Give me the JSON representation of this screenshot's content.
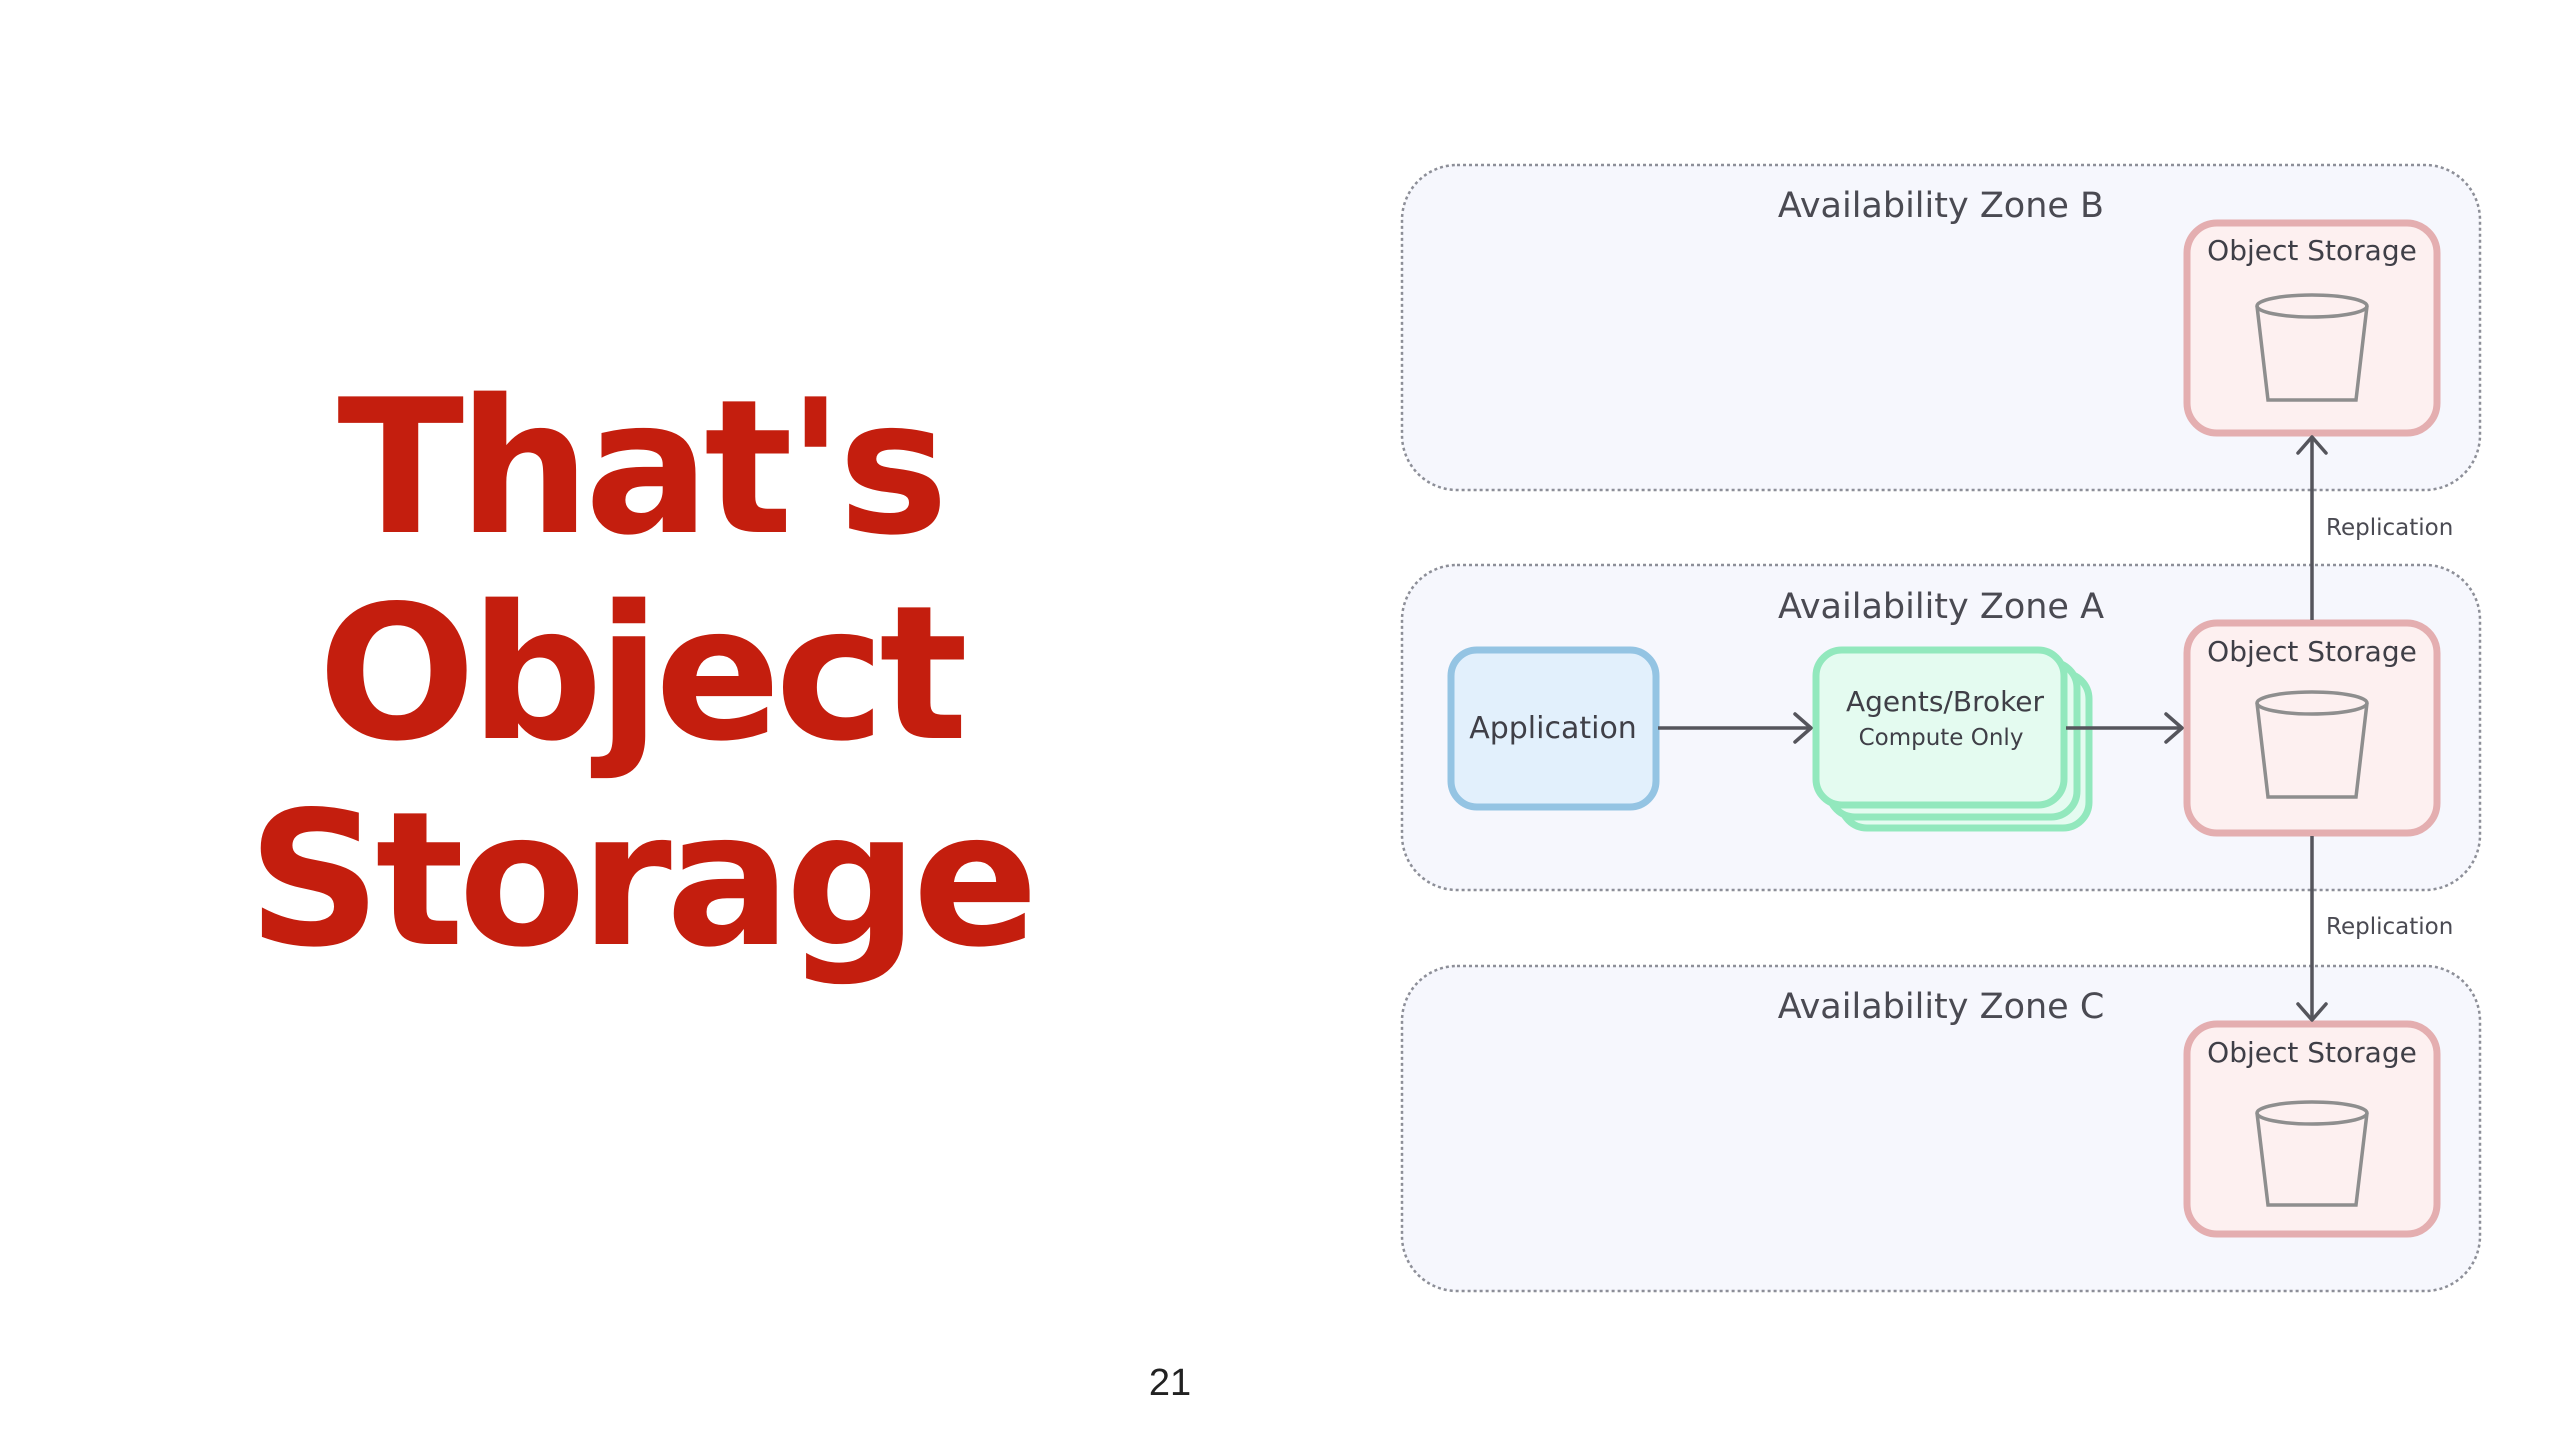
{
  "slide": {
    "title_lines": [
      "That's",
      "Object",
      "Storage"
    ],
    "page_number": "21"
  },
  "diagram": {
    "zones": {
      "zone_b": {
        "label": "Availability Zone B",
        "storage_label": "Object Storage"
      },
      "zone_a": {
        "label": "Availability Zone A",
        "storage_label": "Object Storage"
      },
      "zone_c": {
        "label": "Availability Zone C",
        "storage_label": "Object Storage"
      }
    },
    "application_label": "Application",
    "agents": {
      "label": "Agents/Broker",
      "sublabel": "Compute Only"
    },
    "replication_up_label": "Replication",
    "replication_down_label": "Replication"
  },
  "colors": {
    "title": "#c41e0e",
    "zone_fill": "#f6f7fd",
    "storage_border": "#e4aeb0",
    "application_border": "#94c4e3",
    "agents_border": "#92e8bd"
  },
  "icons": {
    "storage": "bucket-icon"
  }
}
